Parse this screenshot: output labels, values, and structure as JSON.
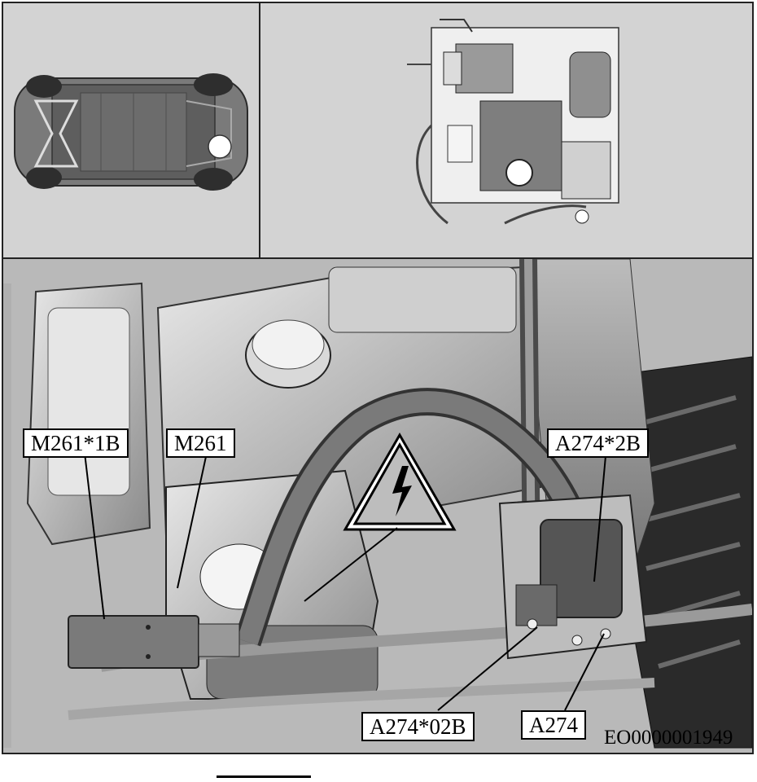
{
  "labels": {
    "m261_1b": "M261*1B",
    "m261": "M261",
    "a274_2b": "A274*2B",
    "a274_02b": "A274*02B",
    "a274": "A274"
  },
  "document_id": "EO0000001949",
  "colors": {
    "background": "#d3d3d3",
    "line": "#000000",
    "warning_fill": "#bdbdbd"
  },
  "icons": {
    "warning": "high-voltage-warning-icon"
  }
}
